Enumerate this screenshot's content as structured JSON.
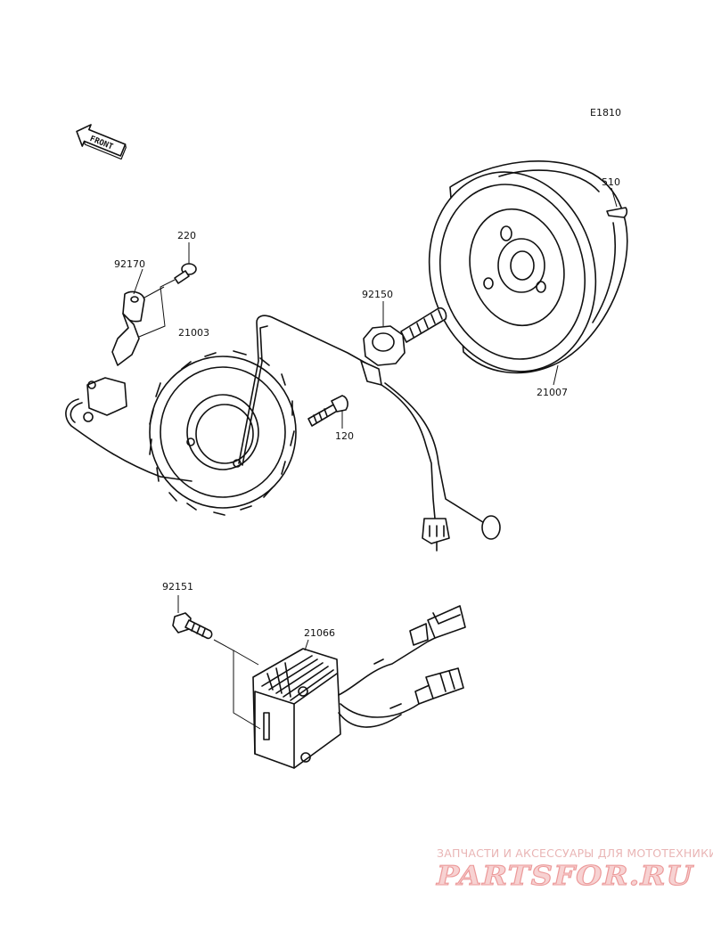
{
  "diagram_code": "E1810",
  "front_arrow": {
    "text": "FRONT",
    "icon": "front-direction-arrow-icon"
  },
  "part_numbers": {
    "p510": "510",
    "p21007": "21007",
    "p92150": "92150",
    "p220": "220",
    "p92170": "92170",
    "p21003": "21003",
    "p120": "120",
    "p92151": "92151",
    "p21066": "21066"
  },
  "watermark": {
    "caption": "ЗАПЧАСТИ И АКСЕССУАРЫ ДЛЯ МОТОТЕХНИКИ",
    "logo": "PARTSFOR.RU",
    "color": "#e9a3a3"
  }
}
